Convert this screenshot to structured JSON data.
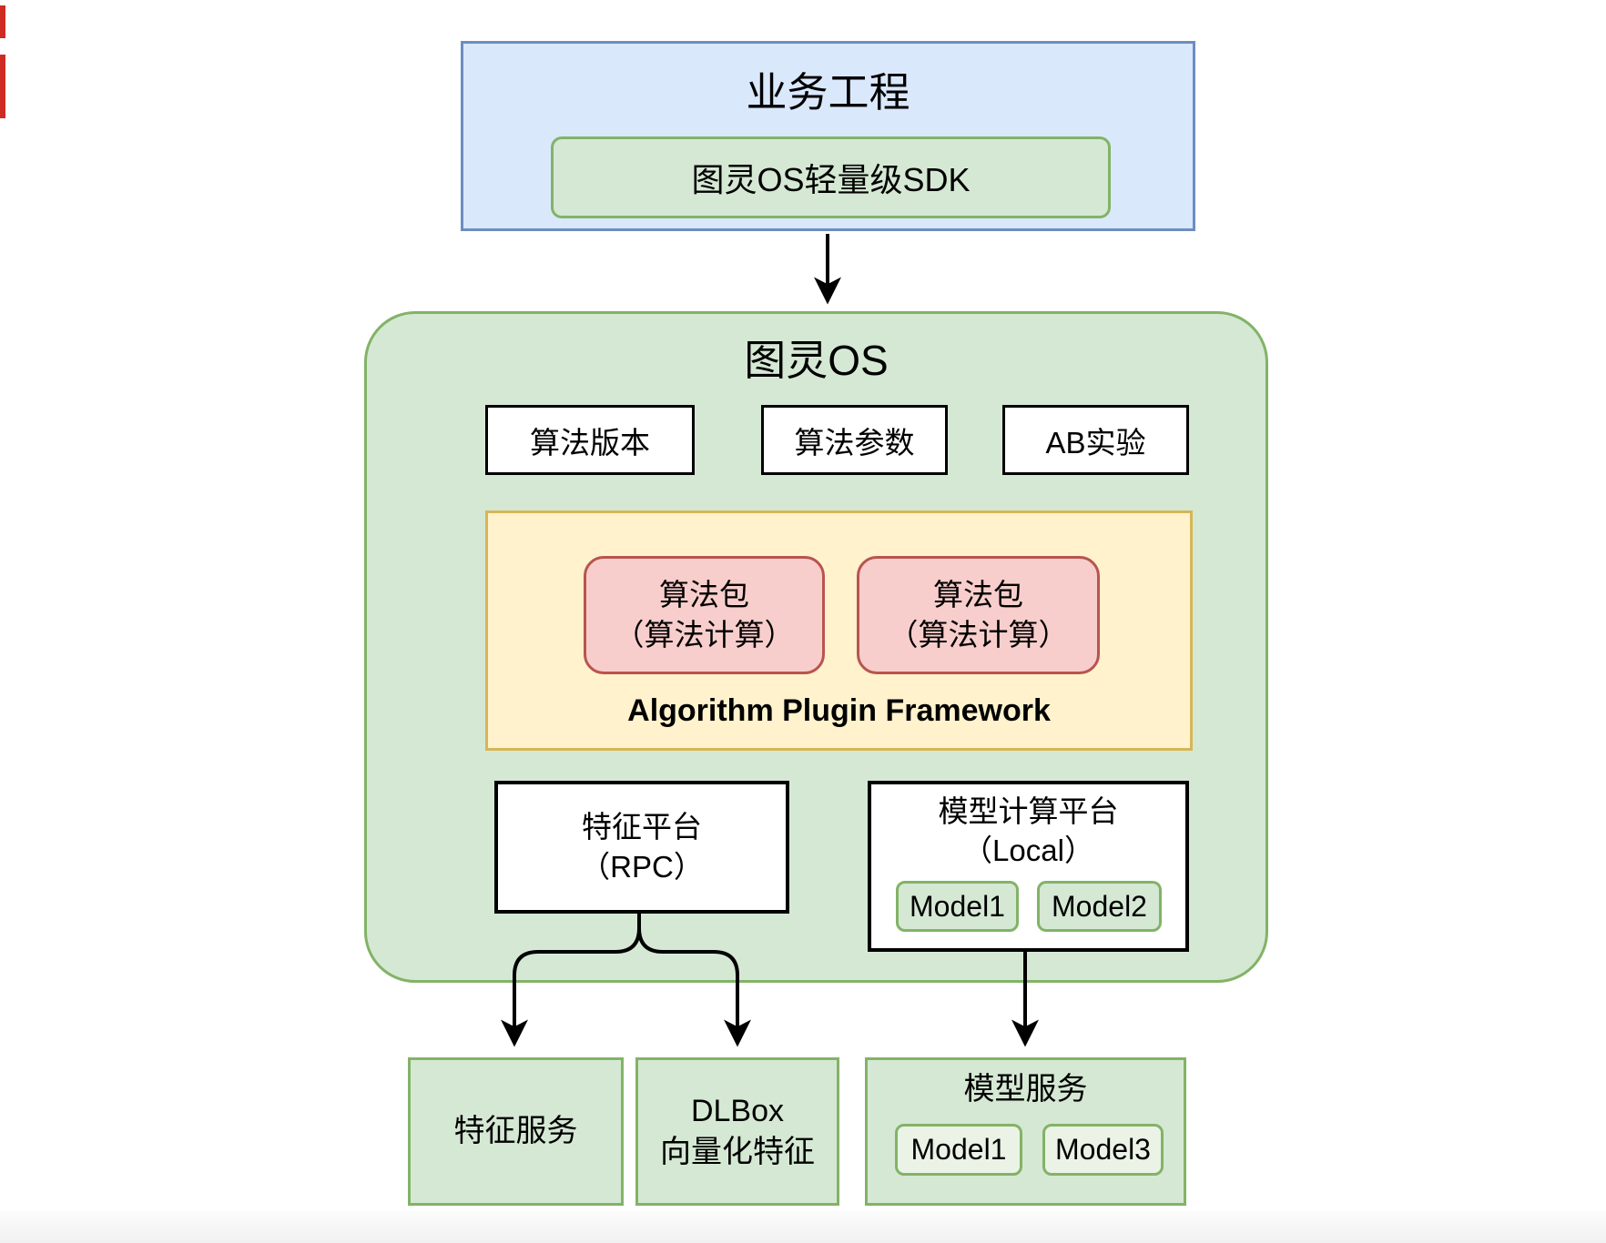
{
  "colors": {
    "blue_fill": "#dae8fc",
    "blue_stroke": "#6c8ebf",
    "green_fill": "#d5e8d4",
    "green_stroke": "#82b366",
    "yellow_fill": "#fff2cc",
    "yellow_stroke": "#d6b656",
    "pink_fill": "#f8cecc",
    "pink_stroke": "#b85450",
    "white_box_stroke": "#000000",
    "arrow": "#000000"
  },
  "business_box": {
    "title": "业务工程",
    "sdk_label": "图灵OS轻量级SDK"
  },
  "turing_os": {
    "title": "图灵OS",
    "feature_boxes": [
      "算法版本",
      "算法参数",
      "AB实验"
    ],
    "plugin_framework": {
      "label": "Algorithm Plugin Framework",
      "packages": [
        "算法包\n（算法计算）",
        "算法包\n（算法计算）"
      ]
    },
    "feature_platform": "特征平台\n（RPC）",
    "model_platform": {
      "title": "模型计算平台\n（Local）",
      "models": [
        "Model1",
        "Model2"
      ]
    }
  },
  "bottom_services": {
    "feature_service": "特征服务",
    "dlbox": "DLBox\n向量化特征",
    "model_service": {
      "title": "模型服务",
      "models": [
        "Model1",
        "Model3"
      ]
    }
  }
}
